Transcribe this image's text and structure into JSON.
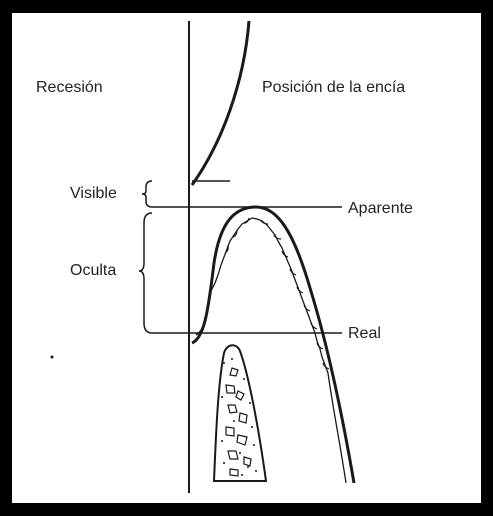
{
  "labels": {
    "left_heading": "Recesión",
    "right_heading": "Posición de la encía",
    "visible": "Visible",
    "hidden": "Oculta",
    "apparent": "Aparente",
    "real": "Real"
  },
  "colors": {
    "frame": "#000000",
    "background": "#ffffff",
    "line": "#1a1a1a",
    "text": "#222222"
  }
}
